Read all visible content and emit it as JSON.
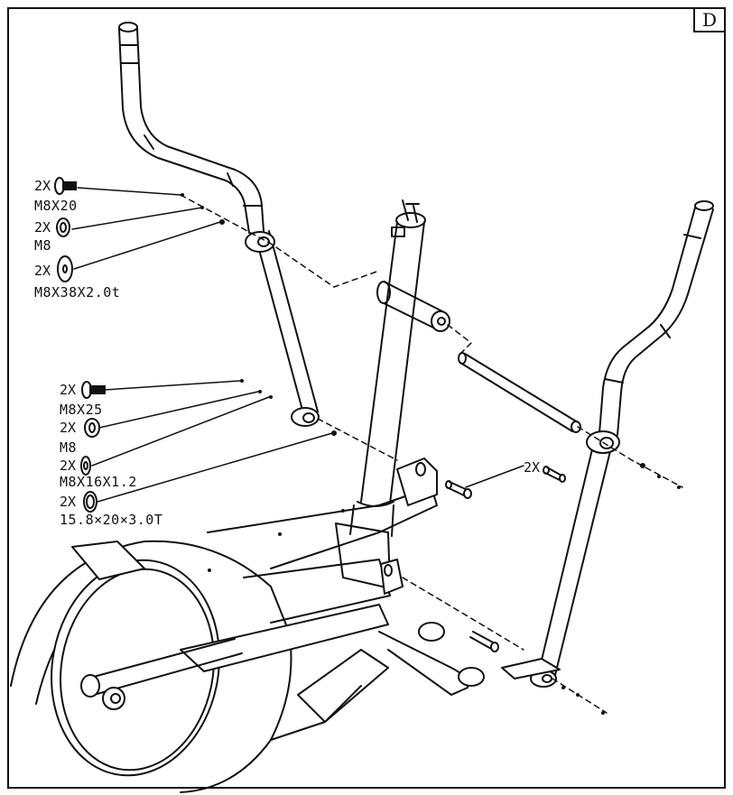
{
  "step": {
    "letter": "D"
  },
  "hardware": {
    "group_upper": [
      {
        "qty": "2X",
        "spec": "M8X20",
        "icon": "bolt-icon"
      },
      {
        "qty": "2X",
        "spec": "M8",
        "icon": "nut-icon"
      },
      {
        "qty": "2X",
        "spec": "M8X38X2.0t",
        "icon": "washer-icon"
      }
    ],
    "group_lower": [
      {
        "qty": "2X",
        "spec": "M8X25",
        "icon": "bolt-icon"
      },
      {
        "qty": "2X",
        "spec": "M8",
        "icon": "nut-icon"
      },
      {
        "qty": "2X",
        "spec": "M8X16X1.2",
        "icon": "washer-icon"
      },
      {
        "qty": "2X",
        "spec": "15.8×20×3.0T",
        "icon": "bushing-icon"
      }
    ],
    "axle": {
      "qty": "2X",
      "icon": "axle-pin-icon"
    }
  }
}
